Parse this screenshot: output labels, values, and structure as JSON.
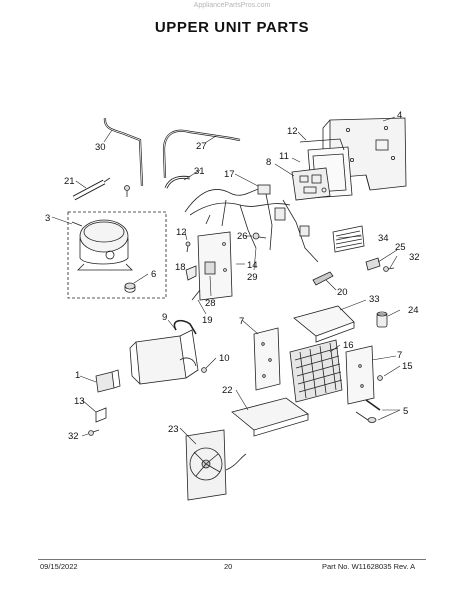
{
  "watermark": "AppliancePartsPros.com",
  "title": "UPPER UNIT PARTS",
  "callouts": [
    {
      "id": "c1",
      "text": "1"
    },
    {
      "id": "c3",
      "text": "3"
    },
    {
      "id": "c4",
      "text": "4"
    },
    {
      "id": "c5",
      "text": "5"
    },
    {
      "id": "c6",
      "text": "6"
    },
    {
      "id": "c7a",
      "text": "7"
    },
    {
      "id": "c7b",
      "text": "7"
    },
    {
      "id": "c8",
      "text": "8"
    },
    {
      "id": "c9",
      "text": "9"
    },
    {
      "id": "c10",
      "text": "10"
    },
    {
      "id": "c11",
      "text": "11"
    },
    {
      "id": "c12a",
      "text": "12"
    },
    {
      "id": "c12b",
      "text": "12"
    },
    {
      "id": "c13",
      "text": "13"
    },
    {
      "id": "c14",
      "text": "14"
    },
    {
      "id": "c15",
      "text": "15"
    },
    {
      "id": "c16",
      "text": "16"
    },
    {
      "id": "c17",
      "text": "17"
    },
    {
      "id": "c18",
      "text": "18"
    },
    {
      "id": "c19",
      "text": "19"
    },
    {
      "id": "c20",
      "text": "20"
    },
    {
      "id": "c21",
      "text": "21"
    },
    {
      "id": "c22",
      "text": "22"
    },
    {
      "id": "c23",
      "text": "23"
    },
    {
      "id": "c24",
      "text": "24"
    },
    {
      "id": "c25",
      "text": "25"
    },
    {
      "id": "c26",
      "text": "26"
    },
    {
      "id": "c27",
      "text": "27"
    },
    {
      "id": "c28",
      "text": "28"
    },
    {
      "id": "c29",
      "text": "29"
    },
    {
      "id": "c30",
      "text": "30"
    },
    {
      "id": "c31",
      "text": "31"
    },
    {
      "id": "c32a",
      "text": "32"
    },
    {
      "id": "c32b",
      "text": "32"
    },
    {
      "id": "c33",
      "text": "33"
    },
    {
      "id": "c34",
      "text": "34"
    }
  ],
  "footer": {
    "date": "09/15/2022",
    "page": "20",
    "part": "Part No. W11628035  Rev. A"
  }
}
